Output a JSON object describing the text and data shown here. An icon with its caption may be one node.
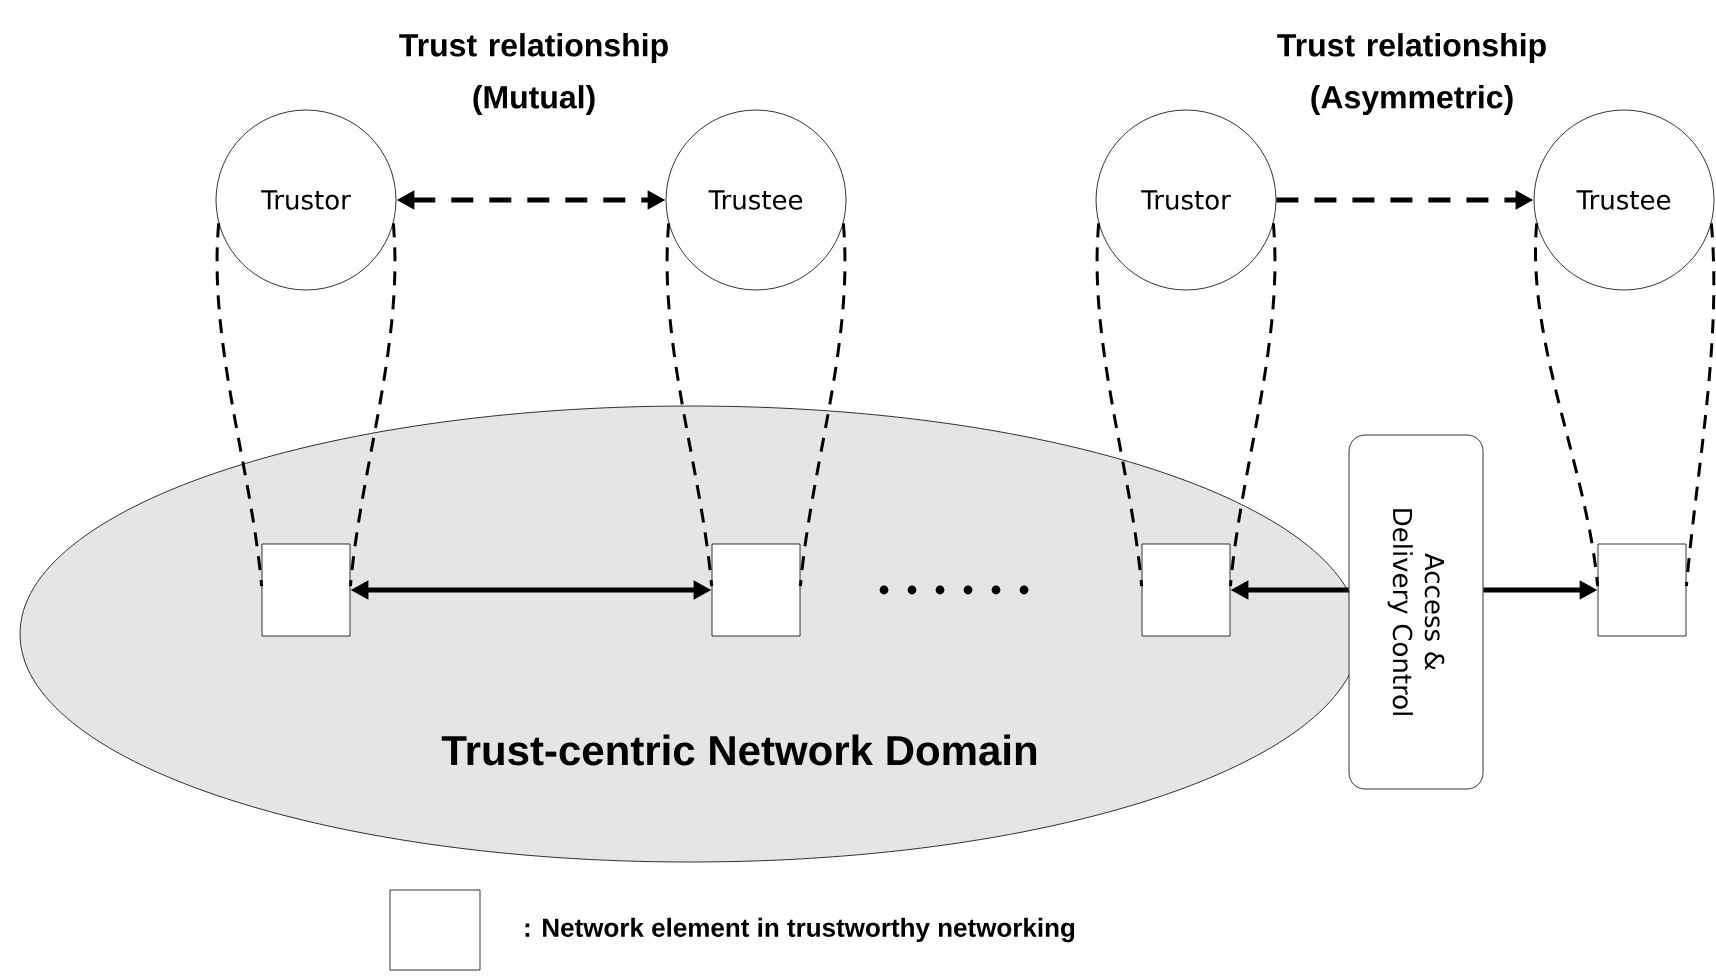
{
  "diagram": {
    "nodes": [
      {
        "text": [
          "Trust-centric Network Domain"
        ]
      },
      {
        "text": [
          "Trustor"
        ]
      },
      {
        "text": [
          "Trustee"
        ]
      },
      {
        "text": [
          "Trustor"
        ]
      },
      {
        "text": [
          "Trustee"
        ]
      },
      {
        "text": [],
        "shape": "box",
        "in": 0
      },
      {
        "text": [],
        "shape": "box",
        "in": 0
      },
      {
        "text": [],
        "shape": "box",
        "in": 0
      },
      {
        "text": [],
        "shape": "box"
      },
      {
        "text": [
          "Access & Delivery Control"
        ]
      }
    ],
    "edges": [
      {
        "from": 1,
        "to": 2,
        "arrow": "both",
        "style": "dashed"
      },
      {
        "from": 3,
        "to": 4,
        "arrow": "to",
        "style": "dashed"
      },
      {
        "from": 5,
        "to": 6,
        "arrow": "both"
      },
      {
        "from": 9,
        "to": 7,
        "arrow": "to"
      },
      {
        "from": 9,
        "to": 8,
        "arrow": "to"
      },
      {
        "from": 1,
        "to": 5,
        "arrow": "none",
        "style": "dashed"
      },
      {
        "from": 1,
        "to": 5,
        "arrow": "none",
        "style": "dashed"
      },
      {
        "from": 2,
        "to": 6,
        "arrow": "none",
        "style": "dashed"
      },
      {
        "from": 2,
        "to": 6,
        "arrow": "none",
        "style": "dashed"
      },
      {
        "from": 3,
        "to": 7,
        "arrow": "none",
        "style": "dashed"
      },
      {
        "from": 3,
        "to": 7,
        "arrow": "none",
        "style": "dashed"
      },
      {
        "from": 4,
        "to": 8,
        "arrow": "none",
        "style": "dashed"
      },
      {
        "from": 4,
        "to": 8,
        "arrow": "none",
        "style": "dashed"
      }
    ],
    "labels": [
      "Trust relationship (Mutual)",
      "Trust relationship (Asymmetric)"
    ],
    "legend": [
      {
        "text": ": Network element in trustworthy networking"
      }
    ]
  }
}
